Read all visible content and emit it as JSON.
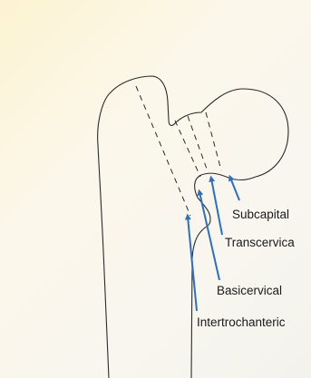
{
  "labels": {
    "subcapital": "Subcapital",
    "transcervical": "Transcervica",
    "basicervical": "Basicervical",
    "intertrochanteric": "Intertrochanteric"
  },
  "colors": {
    "arrow": "#2d6fc4",
    "outline": "#2b2b2b"
  }
}
